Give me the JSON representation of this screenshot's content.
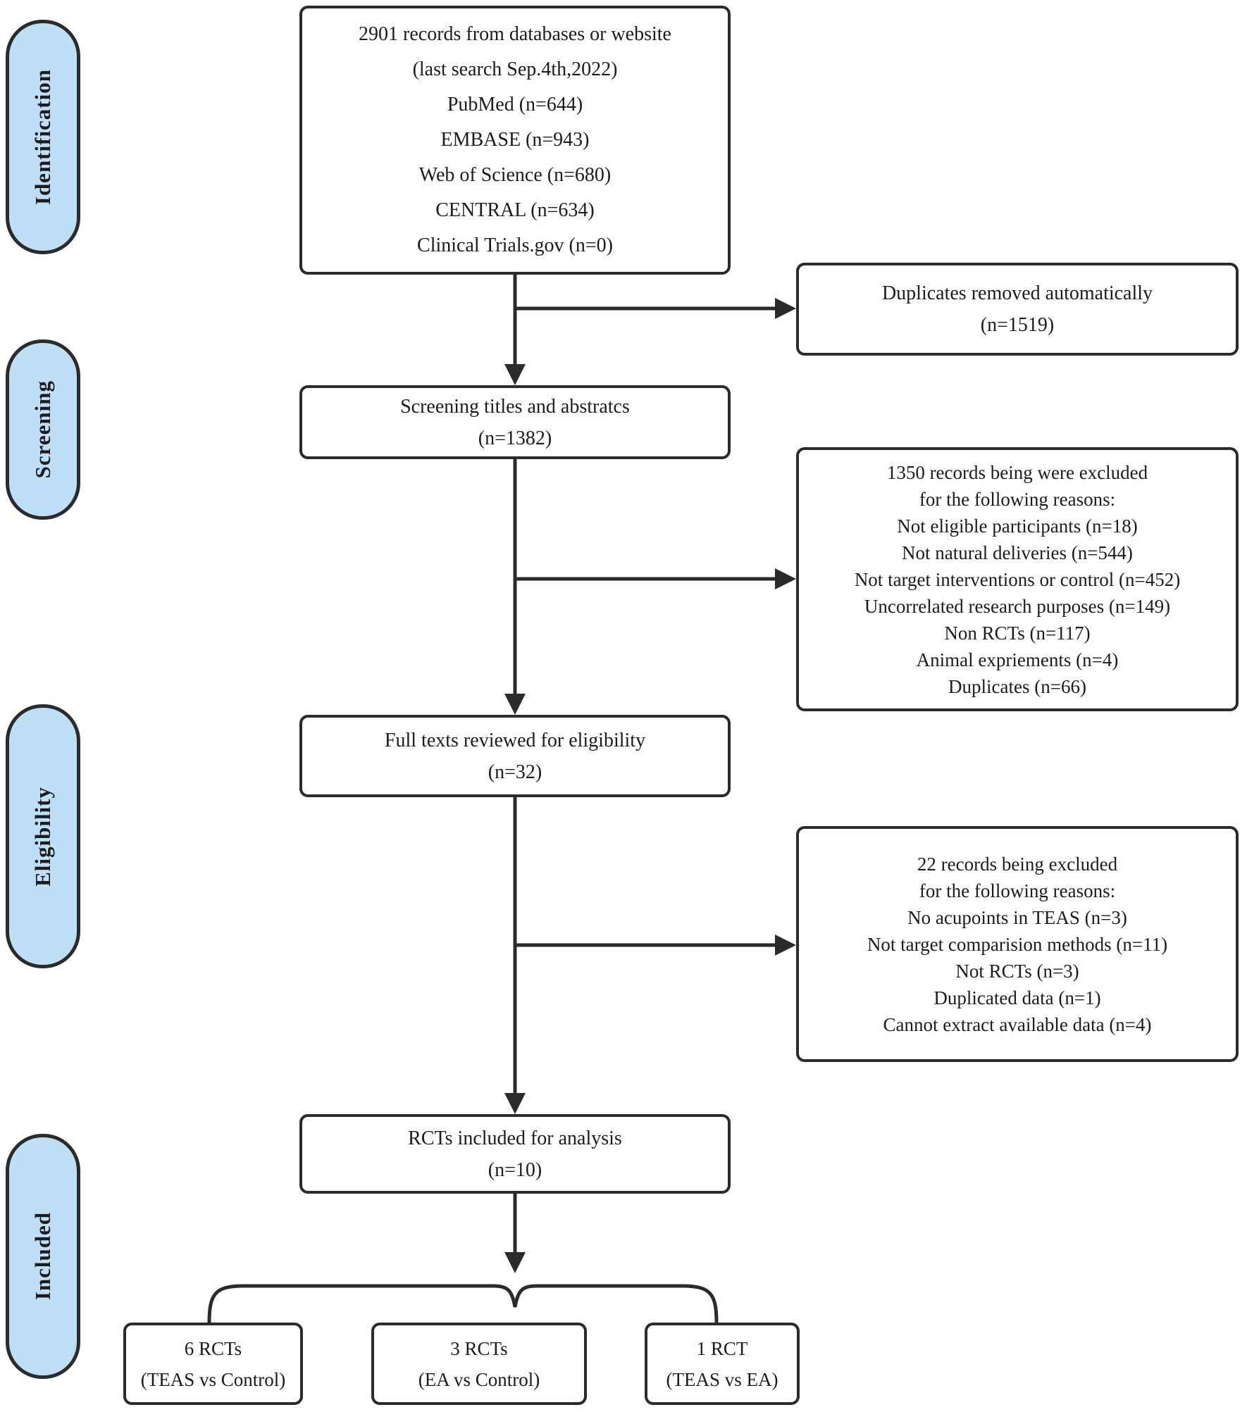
{
  "diagram": {
    "stages": [
      {
        "label": "Identification"
      },
      {
        "label": "Screening"
      },
      {
        "label": "Eligibility"
      },
      {
        "label": "Included"
      }
    ],
    "boxes": {
      "records": {
        "lines": [
          "2901 records from databases or website",
          "(last search Sep.4th,2022)",
          "PubMed (n=644)",
          "EMBASE (n=943)",
          "Web of Science (n=680)",
          "CENTRAL (n=634)",
          "Clinical Trials.gov (n=0)"
        ]
      },
      "duplicates_removed": {
        "lines": [
          "Duplicates removed automatically",
          "(n=1519)"
        ]
      },
      "screening_titles": {
        "lines": [
          "Screening titles and abstratcs",
          "(n=1382)"
        ]
      },
      "screening_excluded": {
        "lines": [
          "1350 records being were excluded",
          "for the following reasons:",
          "Not eligible participants (n=18)",
          "Not natural deliveries (n=544)",
          "Not target interventions or control (n=452)",
          "Uncorrelated research purposes (n=149)",
          "Non RCTs (n=117)",
          "Animal expriements (n=4)",
          "Duplicates (n=66)"
        ]
      },
      "full_texts": {
        "lines": [
          "Full texts reviewed for eligibility",
          "(n=32)"
        ]
      },
      "eligibility_excluded": {
        "lines": [
          "22 records being excluded",
          "for the following reasons:",
          "No acupoints in TEAS (n=3)",
          "Not target comparision methods (n=11)",
          "Not RCTs (n=3)",
          "Duplicated data (n=1)",
          "Cannot extract available data (n=4)"
        ]
      },
      "included_rcts": {
        "lines": [
          "RCTs included for analysis",
          "(n=10)"
        ]
      },
      "teas_vs_control": {
        "lines": [
          "6 RCTs",
          "(TEAS vs Control)"
        ]
      },
      "ea_vs_control": {
        "lines": [
          "3 RCTs",
          "(EA vs Control)"
        ]
      },
      "teas_vs_ea": {
        "lines": [
          "1 RCT",
          "(TEAS vs EA)"
        ]
      }
    },
    "colors": {
      "stage_fill": "#bfdff6",
      "line": "#2b2b2b",
      "box_bg": "#ffffff",
      "text": "#1c1c1c"
    }
  }
}
